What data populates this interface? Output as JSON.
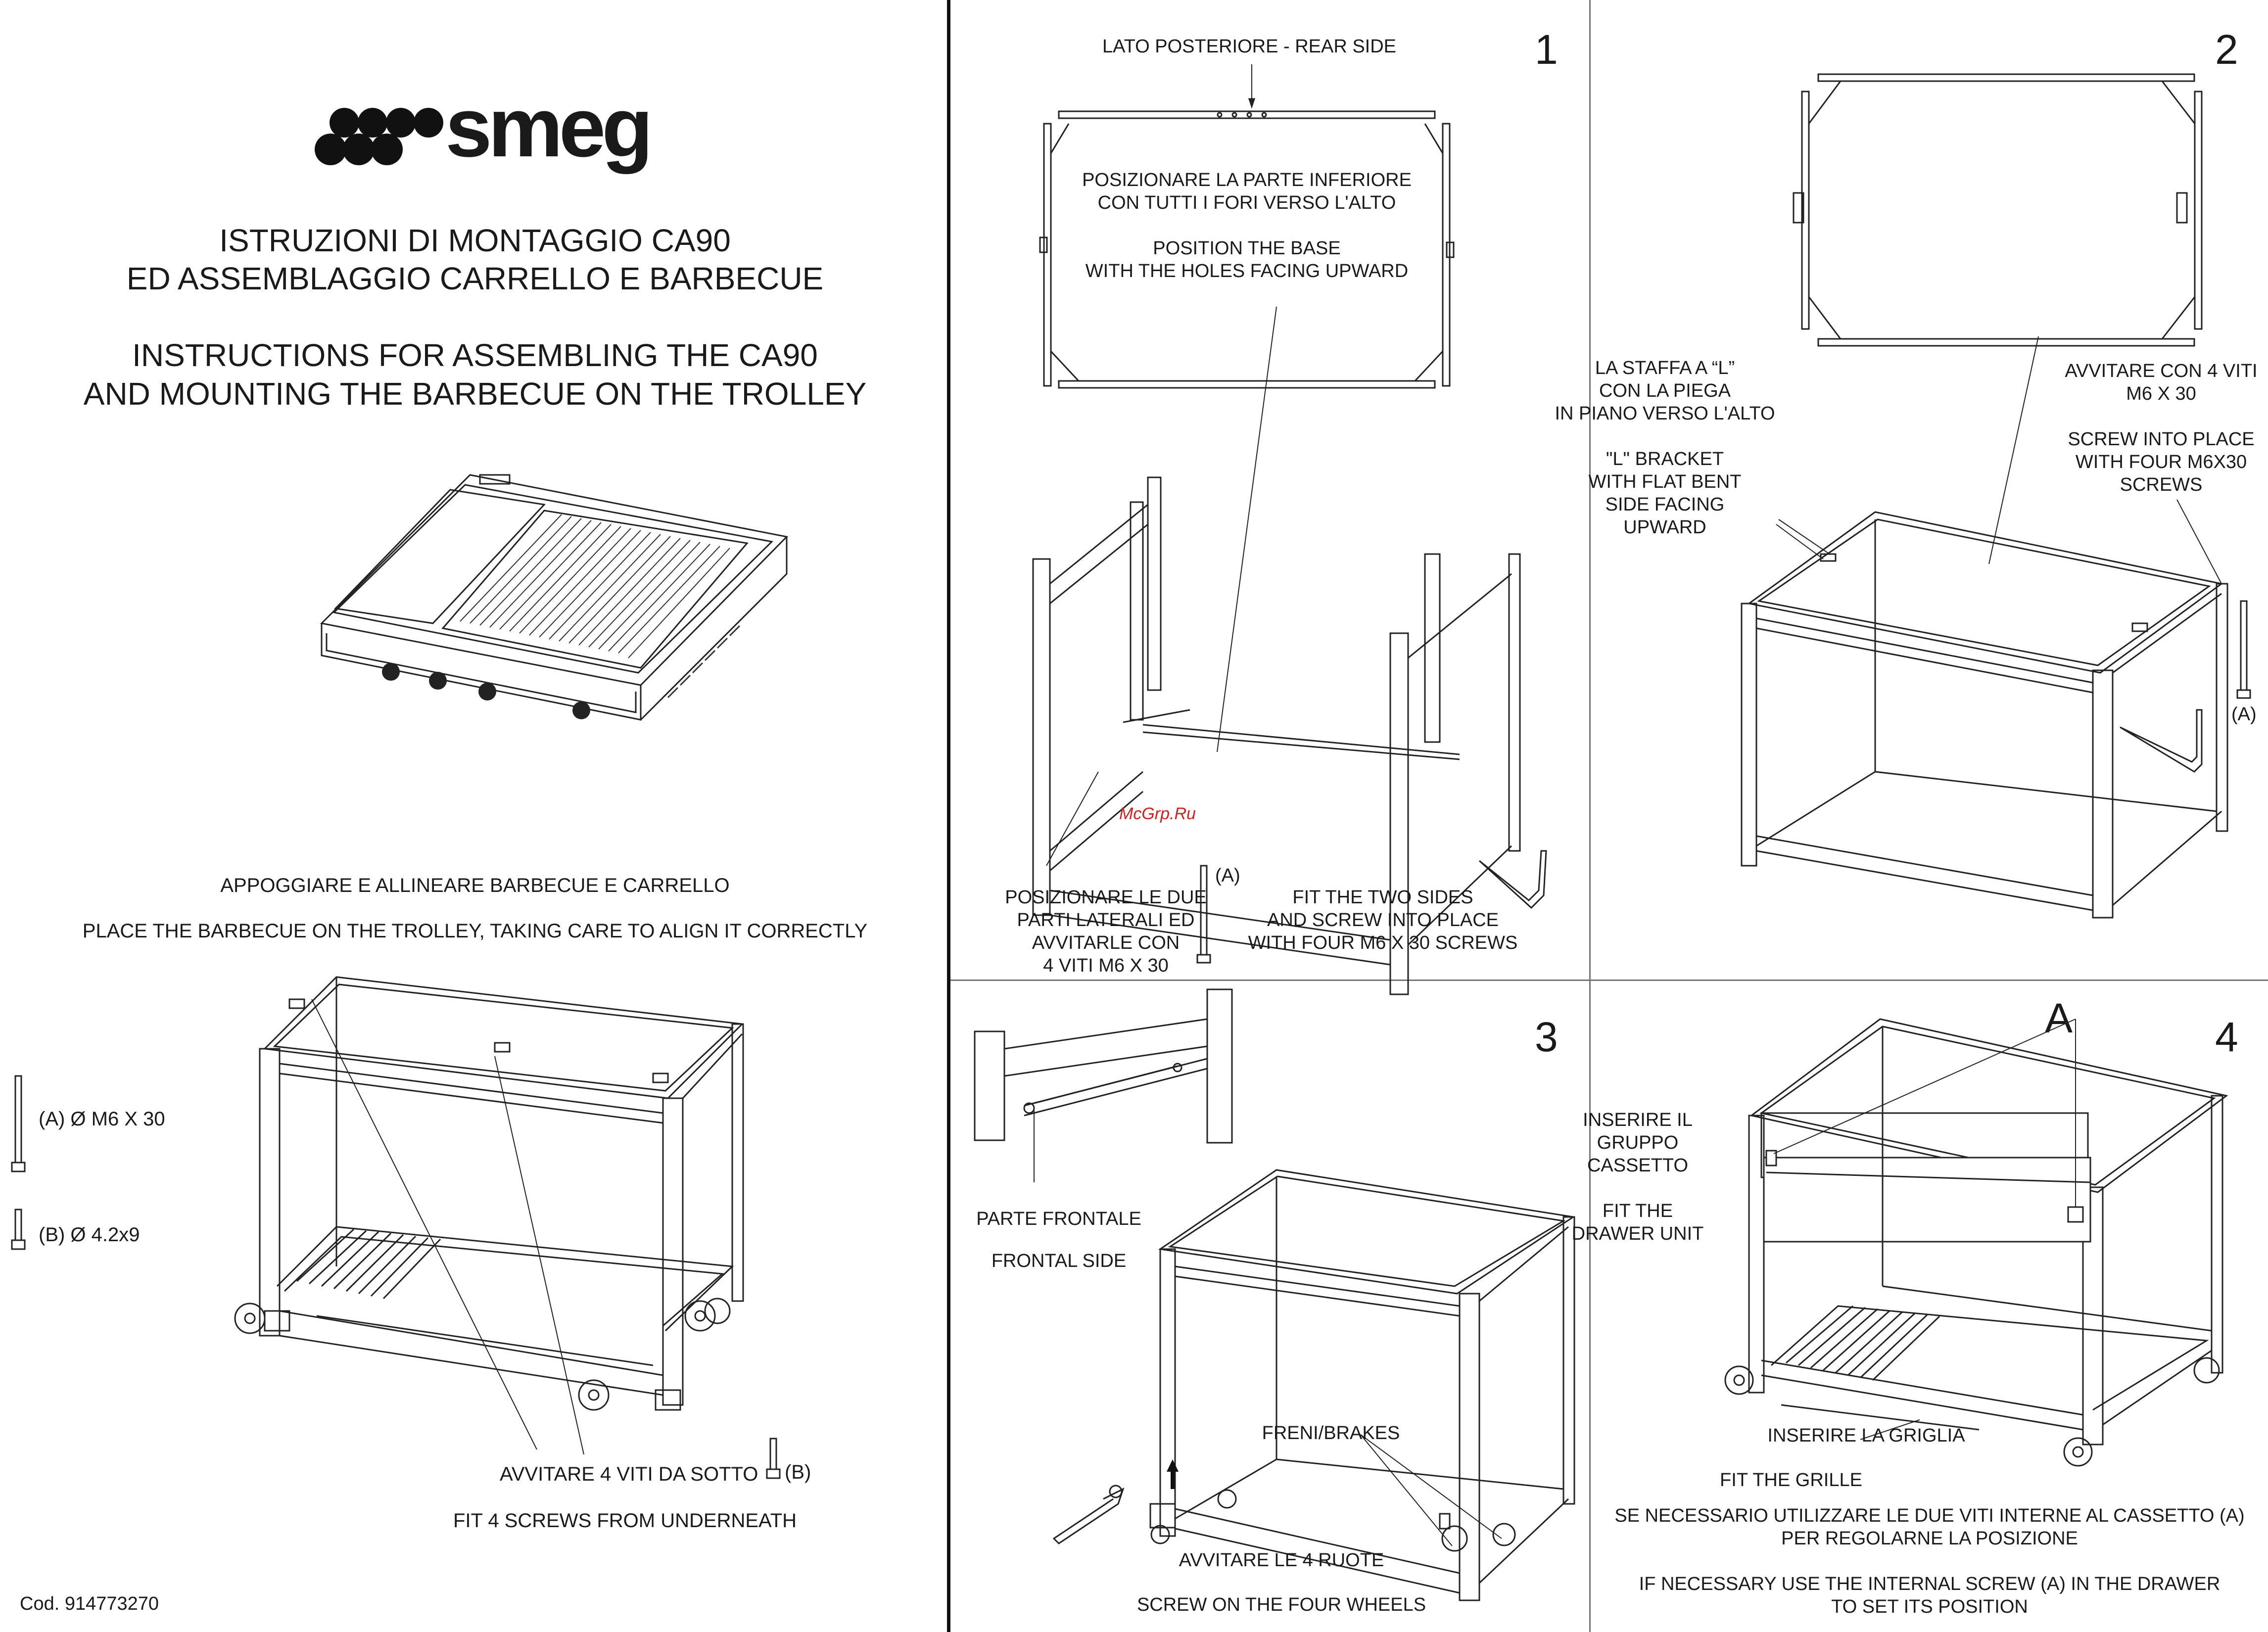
{
  "brand": {
    "name": "smeg"
  },
  "left_panel": {
    "title_it_1": "ISTRUZIONI DI MONTAGGIO CA90",
    "title_it_2": "ED ASSEMBLAGGIO CARRELLO E BARBECUE",
    "title_en_1": "INSTRUCTIONS FOR ASSEMBLING THE CA90",
    "title_en_2": "AND MOUNTING THE BARBECUE ON THE TROLLEY",
    "place_it": "APPOGGIARE E ALLINEARE BARBECUE E CARRELLO",
    "place_en": "PLACE THE BARBECUE ON THE TROLLEY, TAKING CARE TO ALIGN IT CORRECTLY",
    "screw_a": "(A) Ø M6 X 30",
    "screw_b": "(B) Ø 4.2x9",
    "fit_it": "AVVITARE 4 VITI DA SOTTO",
    "fit_b": "(B)",
    "fit_en": "FIT 4 SCREWS FROM UNDERNEATH",
    "code": "Cod. 914773270"
  },
  "step1": {
    "number": "1",
    "rear": "LATO POSTERIORE - REAR SIDE",
    "base_it_1": "POSIZIONARE LA PARTE INFERIORE",
    "base_it_2": "CON TUTTI I FORI VERSO L'ALTO",
    "base_en_1": "POSITION THE BASE",
    "base_en_2": "WITH THE HOLES FACING UPWARD",
    "sides_it_1": "POSIZIONARE LE DUE",
    "sides_it_2": "PARTI LATERALI ED",
    "sides_it_3": "AVVITARLE CON",
    "sides_it_4": "4 VITI M6 X 30",
    "screw_a": "(A)",
    "sides_en_1": "FIT THE TWO SIDES",
    "sides_en_2": "AND SCREW INTO PLACE",
    "sides_en_3": "WITH FOUR M6 X 30 SCREWS",
    "watermark": "McGrp.Ru"
  },
  "step2": {
    "number": "2",
    "bracket_it_1": "LA STAFFA A “L”",
    "bracket_it_2": "CON LA PIEGA",
    "bracket_it_3": "IN PIANO VERSO L'ALTO",
    "bracket_en_1": "\"L\" BRACKET",
    "bracket_en_2": "WITH FLAT BENT",
    "bracket_en_3": "SIDE FACING",
    "bracket_en_4": "UPWARD",
    "screw_it_1": "AVVITARE CON 4 VITI",
    "screw_it_2": "M6 X 30",
    "screw_en_1": "SCREW INTO PLACE",
    "screw_en_2": "WITH FOUR M6X30",
    "screw_en_3": "SCREWS",
    "screw_a": "(A)"
  },
  "step3": {
    "number": "3",
    "front_it": "PARTE FRONTALE",
    "front_en": "FRONTAL SIDE",
    "brakes": "FRENI/BRAKES",
    "wheels_it": "AVVITARE LE 4 RUOTE",
    "wheels_en": "SCREW ON THE FOUR WHEELS"
  },
  "step4": {
    "number": "4",
    "label_a": "A",
    "drawer_it_1": "INSERIRE IL",
    "drawer_it_2": "GRUPPO",
    "drawer_it_3": "CASSETTO",
    "drawer_en_1": "FIT THE",
    "drawer_en_2": "DRAWER UNIT",
    "grille_it": "INSERIRE LA GRIGLIA",
    "grille_en": "FIT THE GRILLE",
    "note_it_1": "SE NECESSARIO UTILIZZARE LE DUE VITI INTERNE AL CASSETTO (A)",
    "note_it_2": "PER REGOLARNE LA POSIZIONE",
    "note_en_1": "IF NECESSARY USE THE INTERNAL SCREW (A) IN THE DRAWER",
    "note_en_2": "TO SET ITS POSITION"
  }
}
